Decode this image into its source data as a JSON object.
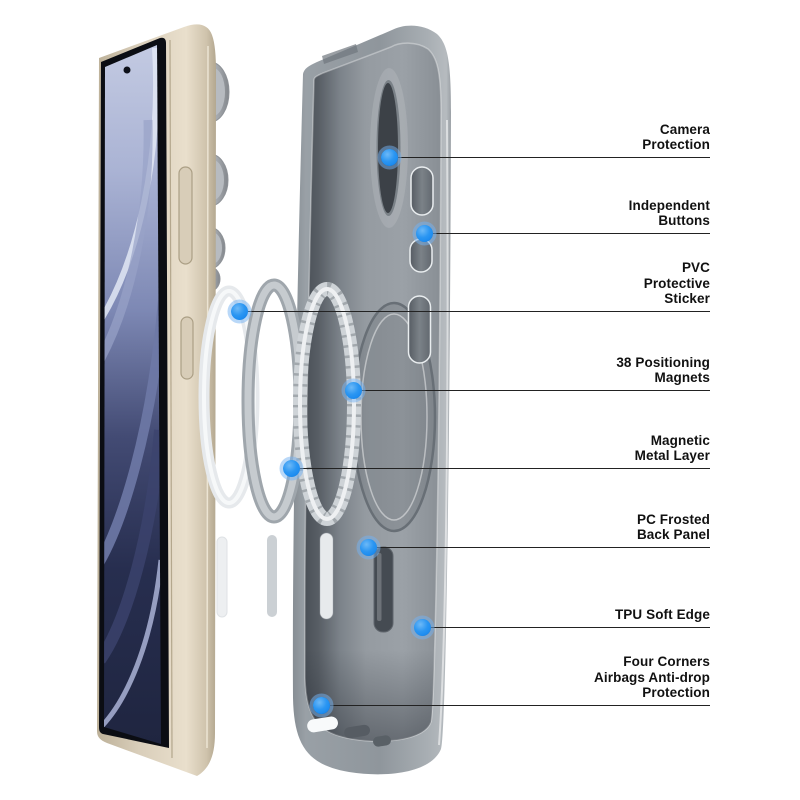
{
  "scene": {
    "description": "Exploded view of a magnetic phone case beside a phone, with labeled feature callouts"
  },
  "callouts": [
    {
      "label": "Camera\nProtection"
    },
    {
      "label": "Independent\nButtons"
    },
    {
      "label": "PVC\nProtective\nSticker"
    },
    {
      "label": "38 Positioning\nMagnets"
    },
    {
      "label": "Magnetic\nMetal Layer"
    },
    {
      "label": "PC Frosted\nBack Panel"
    },
    {
      "label": "TPU Soft Edge"
    },
    {
      "label": "Four Corners\nAirbags Anti-drop\nProtection"
    }
  ],
  "colors": {
    "background": "#ffffff",
    "callout_dot_blue": "#1d8cf0",
    "callout_line": "#222222",
    "label_text": "#111111",
    "case_gray": "#8f969c",
    "phone_frame_gold": "#d5c9b3",
    "phone_screen_navy": "#2a3150",
    "magnet_ring_silver": "#d7dbdf"
  }
}
